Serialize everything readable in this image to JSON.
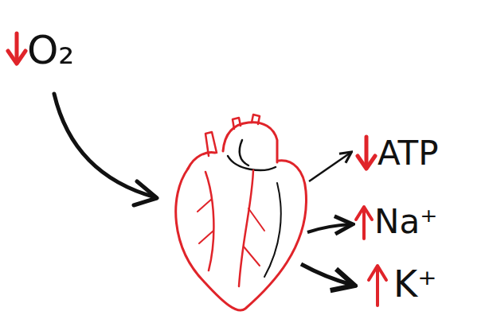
{
  "diagram": {
    "labels": [
      "O₂",
      "ATP",
      "Na⁺",
      "K⁺"
    ]
  }
}
